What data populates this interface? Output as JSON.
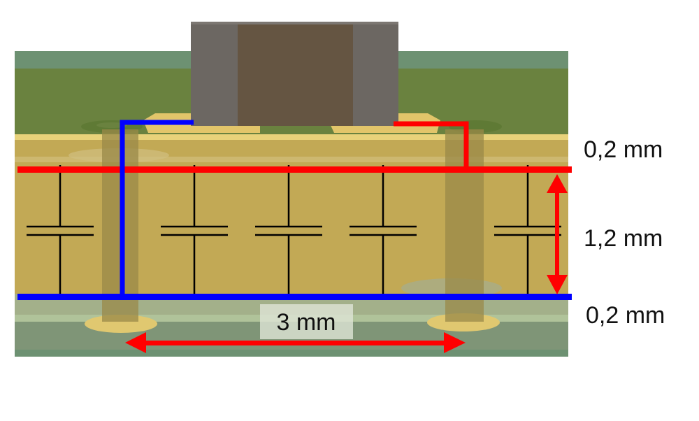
{
  "labels": {
    "top_layer_thickness": "0,2 mm",
    "core_thickness": "1,2 mm",
    "bottom_layer_thickness": "0,2 mm",
    "via_spacing": "3 mm"
  },
  "colors": {
    "power_plane": "#ff0000",
    "ground_plane": "#0000ff",
    "dimension_arrow": "#ff0000",
    "board_green": "#6a823f",
    "dielectric_gold": "#c2a955",
    "component_body": "#655542",
    "component_terminal": "#6c6762"
  },
  "capacitor_symbol_count": 5
}
